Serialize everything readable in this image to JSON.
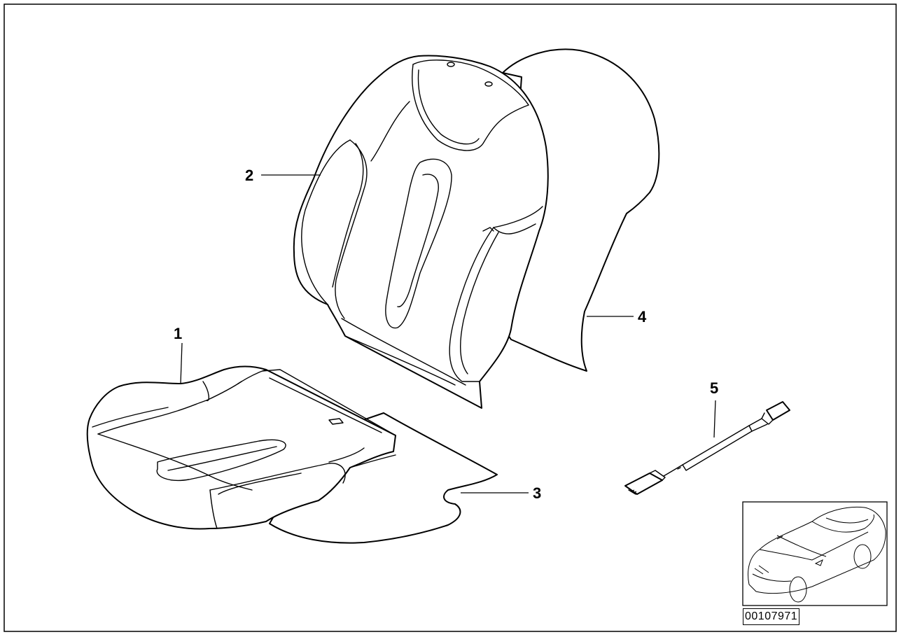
{
  "diagram": {
    "callouts": [
      {
        "id": "1",
        "label": "1"
      },
      {
        "id": "2",
        "label": "2"
      },
      {
        "id": "3",
        "label": "3"
      },
      {
        "id": "4",
        "label": "4"
      },
      {
        "id": "5",
        "label": "5"
      }
    ],
    "document_number": "00107971",
    "thumbnail_icon": "car-thumbnail-icon"
  }
}
